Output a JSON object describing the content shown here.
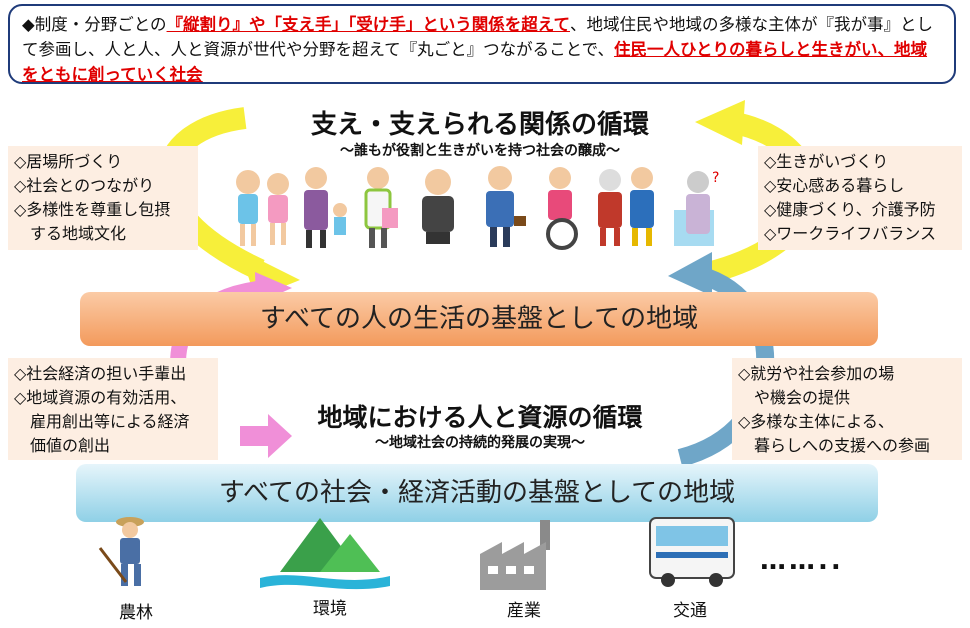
{
  "intro": {
    "marker": "◆",
    "segments": [
      {
        "text": "制度・分野ごとの",
        "style": "plain"
      },
      {
        "text": "『縦割り』や「支え手」「受け手」という関係を超えて",
        "style": "red"
      },
      {
        "text": "、地域住民や地域の多様な主体が『我が事』として参画し、人と人、人と資源が世代や分野を超えて『丸ごと』つながることで、",
        "style": "plain"
      },
      {
        "text": "住民一人ひとりの暮らしと生きがい、地域をともに創っていく社会",
        "style": "red"
      }
    ]
  },
  "upper_cycle": {
    "title": "支え・支えられる関係の循環",
    "subtitle": "～誰もが役割と生きがいを持つ社会の醸成～"
  },
  "left_top_notes": [
    "◇居場所づくり",
    "◇社会とのつながり",
    "◇多様性を尊重し包摂",
    "　する地域文化"
  ],
  "right_top_notes": [
    "◇生きがいづくり",
    "◇安心感ある暮らし",
    "◇健康づくり、介護予防",
    "◇ワークライフバランス"
  ],
  "life_band": "すべての人の生活の基盤としての地域",
  "left_bottom_notes": [
    "◇社会経済の担い手輩出",
    "◇地域資源の有効活用、",
    "　雇用創出等による経済",
    "　価値の創出"
  ],
  "right_bottom_notes": [
    "◇就労や社会参加の場",
    "　や機会の提供",
    "◇多様な主体による、",
    "　暮らしへの支援への参画"
  ],
  "lower_cycle": {
    "title": "地域における人と資源の循環",
    "subtitle": "～地域社会の持続的発展の実現～"
  },
  "economy_band": "すべての社会・経済活動の基盤としての地域",
  "sectors": [
    {
      "label": "農林",
      "icon": "farmer-icon"
    },
    {
      "label": "環境",
      "icon": "mountain-icon"
    },
    {
      "label": "産業",
      "icon": "factory-icon"
    },
    {
      "label": "交通",
      "icon": "bus-icon"
    }
  ],
  "ellipsis": "……..",
  "colors": {
    "accent_red": "#e00000",
    "frame_blue": "#1f3b7a",
    "note_bg": "#fdeee2",
    "life_band": "#f6a86a",
    "economy_band": "#8fd0e6",
    "arrow_yellow": "#f7ef3a",
    "arrow_pink": "#f08fd8",
    "arrow_blue": "#6fa6c8"
  }
}
